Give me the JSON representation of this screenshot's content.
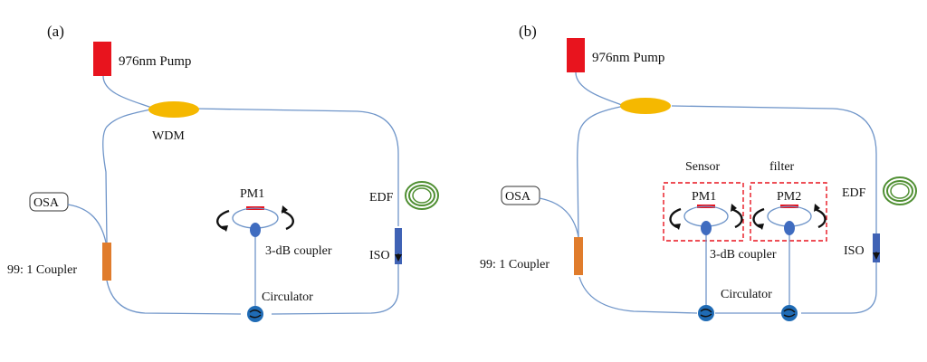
{
  "panels": [
    {
      "tag": "(a)",
      "pump_label": "976nm Pump",
      "wdm_label": "WDM",
      "osa_label": "OSA",
      "coupler_label": "99:  1 Coupler",
      "edf_label": "EDF",
      "iso_label": "ISO",
      "pm1_label": "PM1",
      "coupler3db_label": "3-dB coupler",
      "circulator_label": "Circulator"
    },
    {
      "tag": "(b)",
      "pump_label": "976nm Pump",
      "osa_label": "OSA",
      "coupler_label": "99:  1 Coupler",
      "edf_label": "EDF",
      "iso_label": "ISO",
      "sensor_label": "Sensor",
      "filter_label": "filter",
      "pm1_label": "PM1",
      "pm2_label": "PM2",
      "coupler3db_label": "3-dB coupler",
      "circulator_label": "Circulator"
    }
  ],
  "colors": {
    "pump": "#e8141e",
    "wdm": "#f5b800",
    "coupler": "#e07c2c",
    "edf": "#4f8f32",
    "iso": "#3f62b5",
    "circulator": "#1f6bb5",
    "pm_bar": "#e8141e",
    "fiber": "#6f95c9",
    "dashed_box": "#e8141e"
  }
}
